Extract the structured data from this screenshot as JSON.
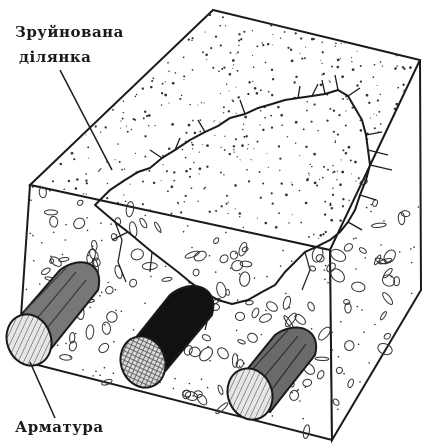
{
  "labels": {
    "damaged_area_line1": "Зруйнована",
    "damaged_area_line2": "ділянка",
    "reinforcement": "Арматура"
  },
  "colors": {
    "outline": "#1a1a1a",
    "rebar_dark": "#111111",
    "rebar_mid": "#555555",
    "rebar_end": "#bdbdbd",
    "background": "#ffffff"
  }
}
